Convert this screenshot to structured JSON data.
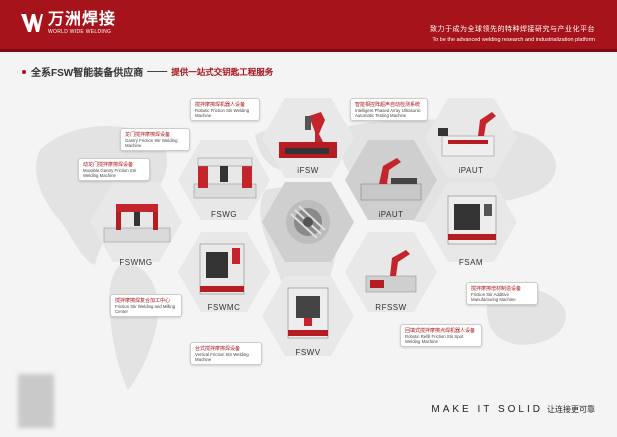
{
  "brand": {
    "name_cn": "万洲焊接",
    "name_en": "WORLD WIDE WELDING",
    "tagline_cn": "致力于成为全球领先的特种焊接研究与产业化平台",
    "tagline_en": "To be the advanced welding research and industrialization platform",
    "accent": "#a6131a"
  },
  "section": {
    "title": "全系FSW智能装备供应商",
    "dash": "——",
    "subtitle": "提供一站式交钥匙工程服务"
  },
  "products": [
    {
      "code": "iFSW",
      "cn": "搅拌摩擦焊机器人设备",
      "en": "Robotic Friction Stir Welding Machine"
    },
    {
      "code": "iPAUT",
      "cn": "智能相控阵超声自动检测系统",
      "en": "Intelligent Phased Array Ultrasonic Automatic Testing Machine"
    },
    {
      "code": "FSWG",
      "cn": "龙门搅拌摩擦焊设备",
      "en": "Gantry Friction Stir Welding Machine"
    },
    {
      "code": "FSWMG",
      "cn": "动龙门搅拌摩擦焊设备",
      "en": "Movable Gantry Friction Stir Welding Machine"
    },
    {
      "code": "iPAUT",
      "cn": "",
      "en": ""
    },
    {
      "code": "FSAM",
      "cn": "搅拌摩擦增材制造设备",
      "en": "Friction Stir Additive Manufacturing Machine"
    },
    {
      "code": "FSWMC",
      "cn": "搅拌摩擦焊复合加工中心",
      "en": "Friction Stir Welding and Milling Center"
    },
    {
      "code": "RFSSW",
      "cn": "回填式搅拌摩擦点焊机器人设备",
      "en": "Robotic Refill Friction Stir Spot Welding Machine"
    },
    {
      "code": "FSWV",
      "cn": "台式搅拌摩擦焊设备",
      "en": "Vertical Friction Stir Welding Machine"
    }
  ],
  "footer": {
    "slogan_en": "MAKE IT SOLID",
    "slogan_cn": "让连接更可靠"
  }
}
